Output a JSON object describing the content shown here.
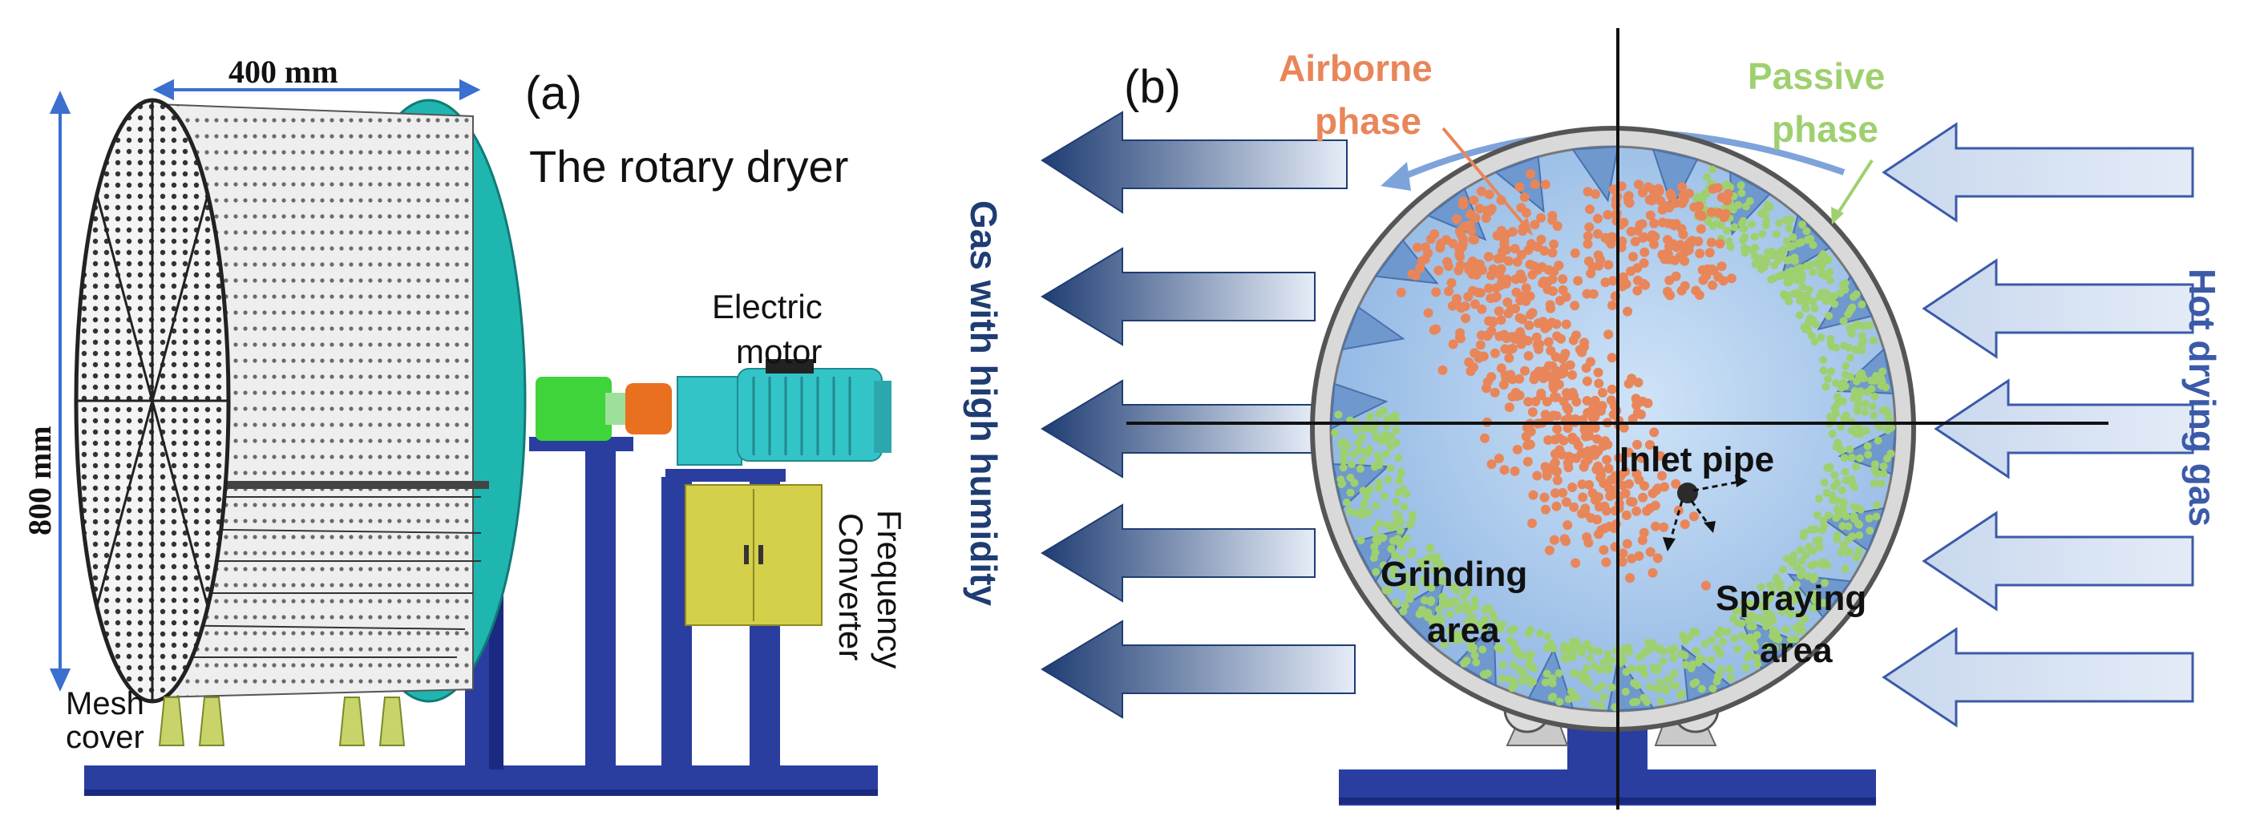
{
  "panel_a": {
    "tag": "(a)",
    "title": "The rotary dryer",
    "width_dim": "400 mm",
    "height_dim": "800 mm",
    "motor_label_line1": "Electric",
    "motor_label_line2": "motor",
    "converter_label_line1": "Frequency",
    "converter_label_line2": "Converter",
    "mesh_label_line1": "Mesh",
    "mesh_label_line2": "cover"
  },
  "panel_b": {
    "tag": "(b)",
    "airborne_line1": "Airborne",
    "airborne_line2": "phase",
    "passive_line1": "Passive",
    "passive_line2": "phase",
    "inlet_label": "Inlet pipe",
    "grinding_line1": "Grinding",
    "grinding_line2": "area",
    "spraying_line1": "Spraying",
    "spraying_line2": "area",
    "left_side_label": "Gas with high humidity",
    "right_side_label": "Hot drying gas"
  },
  "colors": {
    "airborne": "#e8865a",
    "passive": "#9fd06f",
    "arrow_dark": "#1f3d73",
    "arrow_light": "#dbe6f5",
    "frame_blue": "#2a3ea0",
    "drum_teal": "#1fb6b0",
    "motor_teal": "#33c4c8",
    "coupling_green": "#3ed43a",
    "coupling_orange": "#e8701e",
    "converter_yellow": "#d4d04a",
    "label_blue": "#3b5aa8"
  }
}
